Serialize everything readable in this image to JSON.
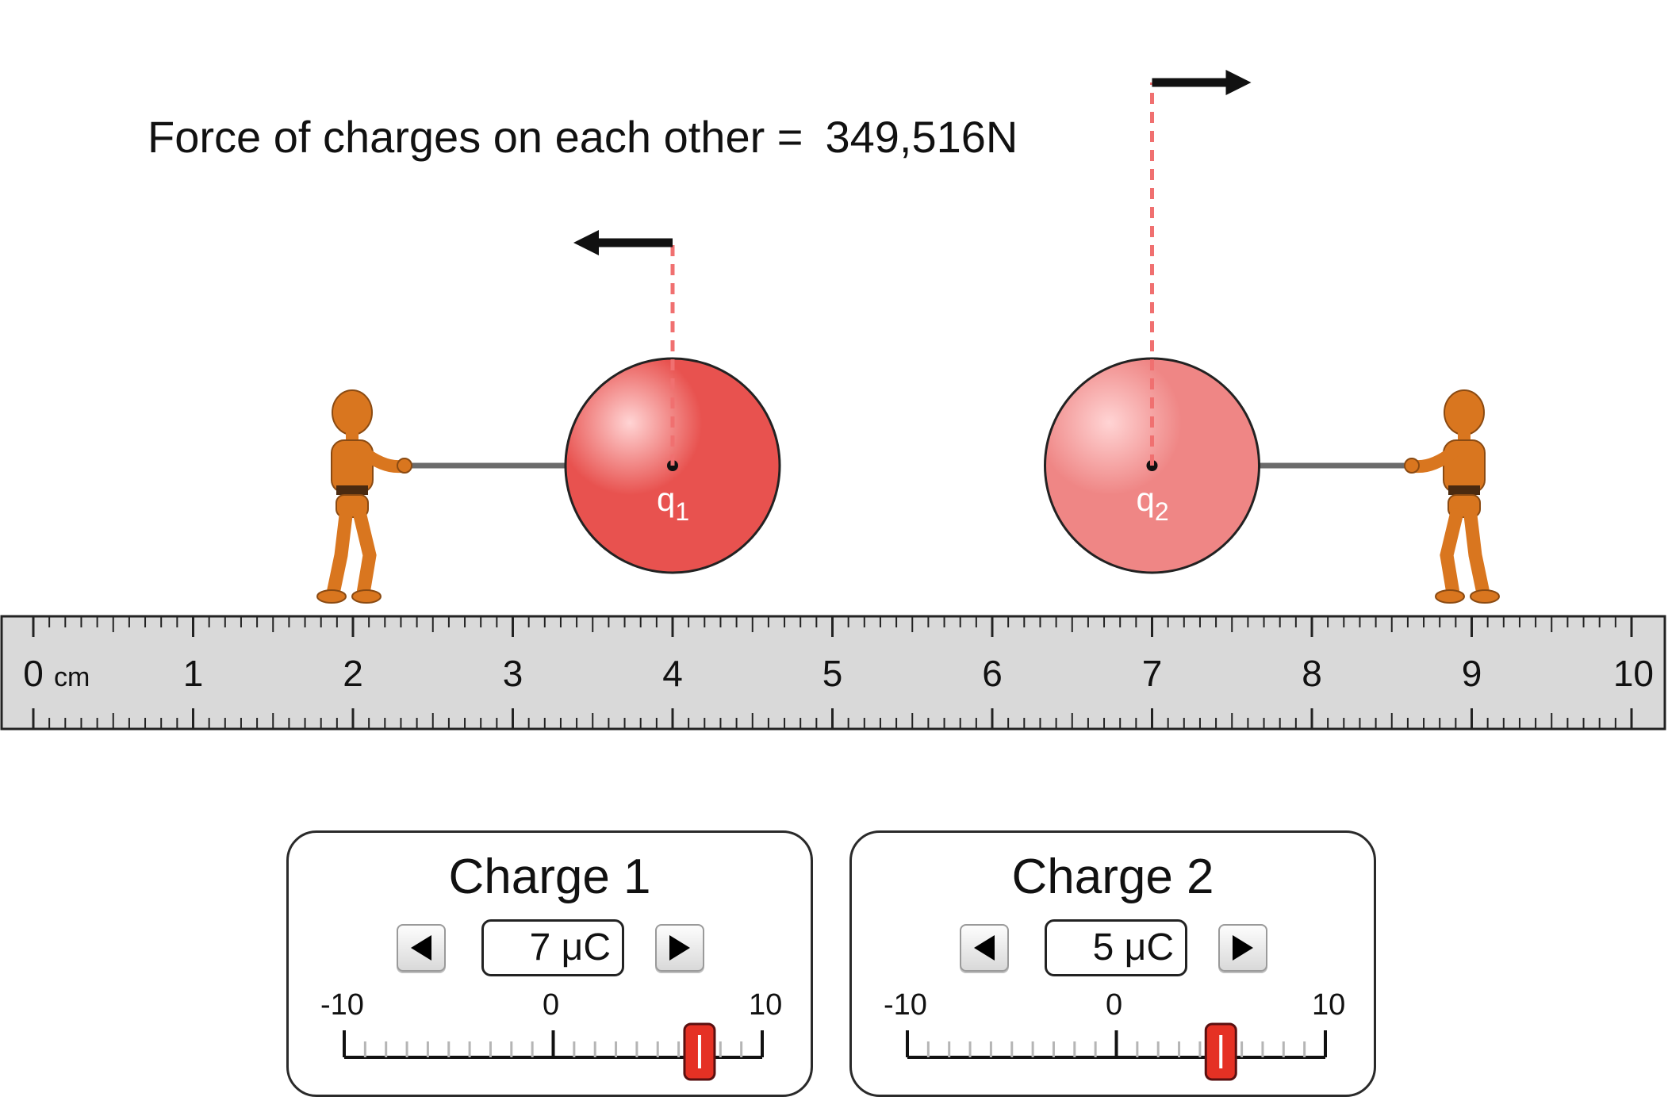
{
  "force": {
    "label": "Force of charges on each other =",
    "value": "349,516N"
  },
  "charges": [
    {
      "label": "q",
      "subscript": "1",
      "position_cm": 4,
      "color": "#e8524f"
    },
    {
      "label": "q",
      "subscript": "2",
      "position_cm": 7,
      "color": "#ef8685"
    }
  ],
  "ruler": {
    "unit": "cm",
    "tick_labels": [
      "0",
      "1",
      "2",
      "3",
      "4",
      "5",
      "6",
      "7",
      "8",
      "9",
      "10"
    ],
    "background": "#d9d9d9"
  },
  "panels": [
    {
      "title": "Charge 1",
      "value_text": "7 μC",
      "value": 7,
      "slider_min_label": "-10",
      "slider_mid_label": "0",
      "slider_max_label": "10",
      "slider_min": -10,
      "slider_max": 10,
      "decrement_icon": "left-triangle-icon",
      "increment_icon": "right-triangle-icon"
    },
    {
      "title": "Charge 2",
      "value_text": "5 μC",
      "value": 5,
      "slider_min_label": "-10",
      "slider_mid_label": "0",
      "slider_max_label": "10",
      "slider_min": -10,
      "slider_max": 10,
      "decrement_icon": "left-triangle-icon",
      "increment_icon": "right-triangle-icon"
    }
  ],
  "colors": {
    "force_line": "#f07070",
    "thumb": "#e53124",
    "figure": "#d9761f"
  }
}
